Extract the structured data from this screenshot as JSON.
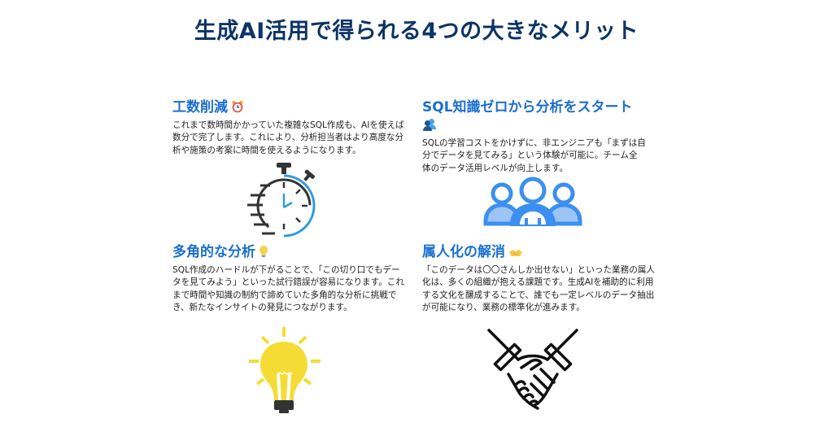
{
  "page": {
    "title": "生成AI活用で得られる4つの大きなメリット"
  },
  "colors": {
    "title": "#0d3466",
    "heading": "#1a6fd0",
    "body_text": "#222222",
    "accent_blue": "#3b8ff0",
    "bulb_yellow": "#f5dc35"
  },
  "benefits": [
    {
      "heading": "工数削減",
      "emoji": "alarm-clock-icon",
      "body": "これまで数時間かかっていた複雑なSQL作成も、AIを使えば数分で完了します。これにより、分析担当者はより高度な分析や施策の考案に時間を使えるようになります。",
      "illustration": "stopwatch-icon"
    },
    {
      "heading": "SQL知識ゼロから分析をスタート",
      "emoji": "people-icon",
      "body": "SQLの学習コストをかけずに、非エンジニアも「まずは自分でデータを見てみる」という体験が可能に。チーム全体のデータ活用レベルが向上します。",
      "illustration": "team-icon"
    },
    {
      "heading": "多角的な分析",
      "emoji": "light-bulb-icon",
      "body": "SQL作成のハードルが下がることで、「この切り口でもデータを見てみよう」といった試行錯誤が容易になります。これまで時間や知識の制約で諦めていた多角的な分析に挑戦でき、新たなインサイトの発見につながります。",
      "illustration": "lightbulb-icon"
    },
    {
      "heading": "属人化の解消",
      "emoji": "handshake-icon",
      "body": "「このデータは〇〇さんしか出せない」といった業務の属人化は、多くの組織が抱える課題です。生成AIを補助的に利用する文化を醸成することで、誰でも一定レベルのデータ抽出が可能になり、業務の標準化が進みます。",
      "illustration": "handshake-icon"
    }
  ]
}
